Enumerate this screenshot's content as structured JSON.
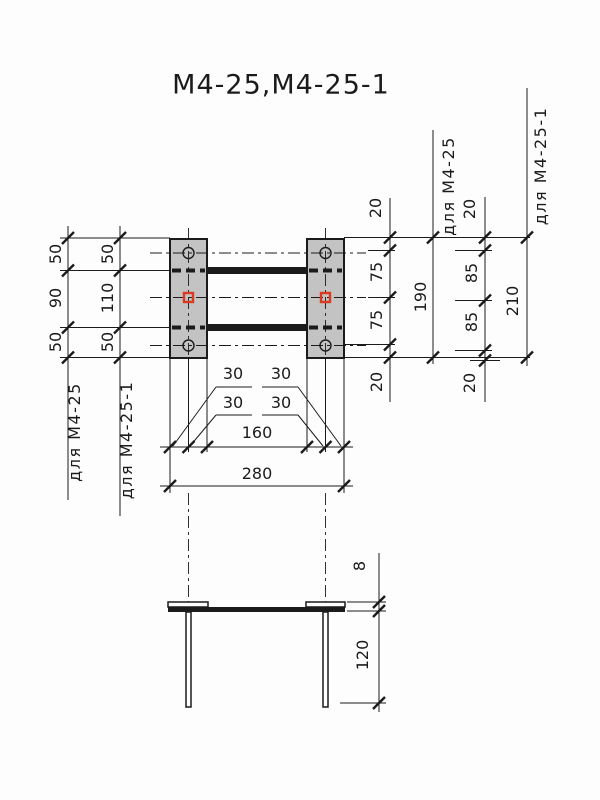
{
  "title": "М4-25,М4-25-1",
  "colors": {
    "line": "#1b1b1b",
    "plate_fill": "#c3c3c3",
    "marker": "#d93a20",
    "background": "#fdfdfd"
  },
  "dims": {
    "left_outer": {
      "variant": "для М4-25",
      "segments": [
        "50",
        "90",
        "50"
      ]
    },
    "left_inner": {
      "variant": "для М4-25-1",
      "segments": [
        "50",
        "110",
        "50"
      ]
    },
    "right_m425": {
      "variant": "для М4-25",
      "segments": [
        "20",
        "75",
        "75",
        "20"
      ],
      "overall": "190"
    },
    "right_m4251": {
      "variant": "для М4-25-1",
      "segments": [
        "20",
        "85",
        "85",
        "20"
      ],
      "overall": "210"
    },
    "bottom": {
      "row1": [
        "30",
        "30"
      ],
      "row2": [
        "30",
        "30"
      ],
      "inner": "160",
      "overall": "280"
    },
    "section": {
      "thickness": "8",
      "leg": "120"
    }
  }
}
